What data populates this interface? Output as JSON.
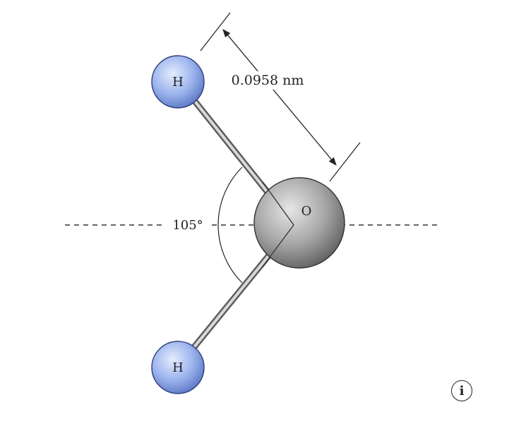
{
  "diagram": {
    "atoms": {
      "top_hydrogen": "H",
      "oxygen": "O",
      "bottom_hydrogen": "H"
    },
    "bond_length_label": "0.0958 nm",
    "bond_angle_label": "105°",
    "colors": {
      "hydrogen": "#8aa6e6",
      "oxygen": "#8a8a8a",
      "bond": "#6b6b6b"
    }
  },
  "info_button": {
    "glyph": "i",
    "icon": "info-icon"
  }
}
